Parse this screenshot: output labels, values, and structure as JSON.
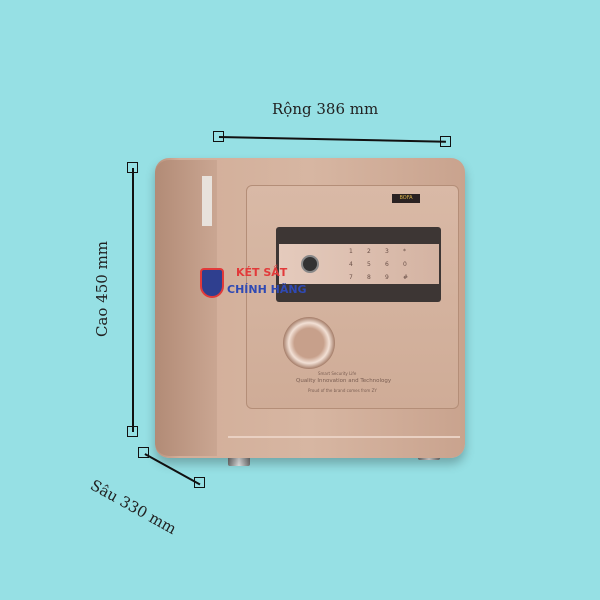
{
  "dimensions": {
    "width": "Rộng 386 mm",
    "height": "Cao 450 mm",
    "depth": "Sâu 330 mm"
  },
  "safe": {
    "brand_badge": "BOFA",
    "keypad": [
      "1",
      "2",
      "3",
      "*",
      "4",
      "5",
      "6",
      "0",
      "7",
      "8",
      "9",
      "#"
    ],
    "door_text": [
      "Smart Security Life",
      "Quality Innovation and Technology",
      "Proud of the brand comes from ZY"
    ],
    "color": "#d3b19d"
  },
  "watermark": {
    "line1": "KÉT SẮT",
    "line2": "CHÍNH HÃNG"
  },
  "colors": {
    "background": "#96e0e4"
  }
}
